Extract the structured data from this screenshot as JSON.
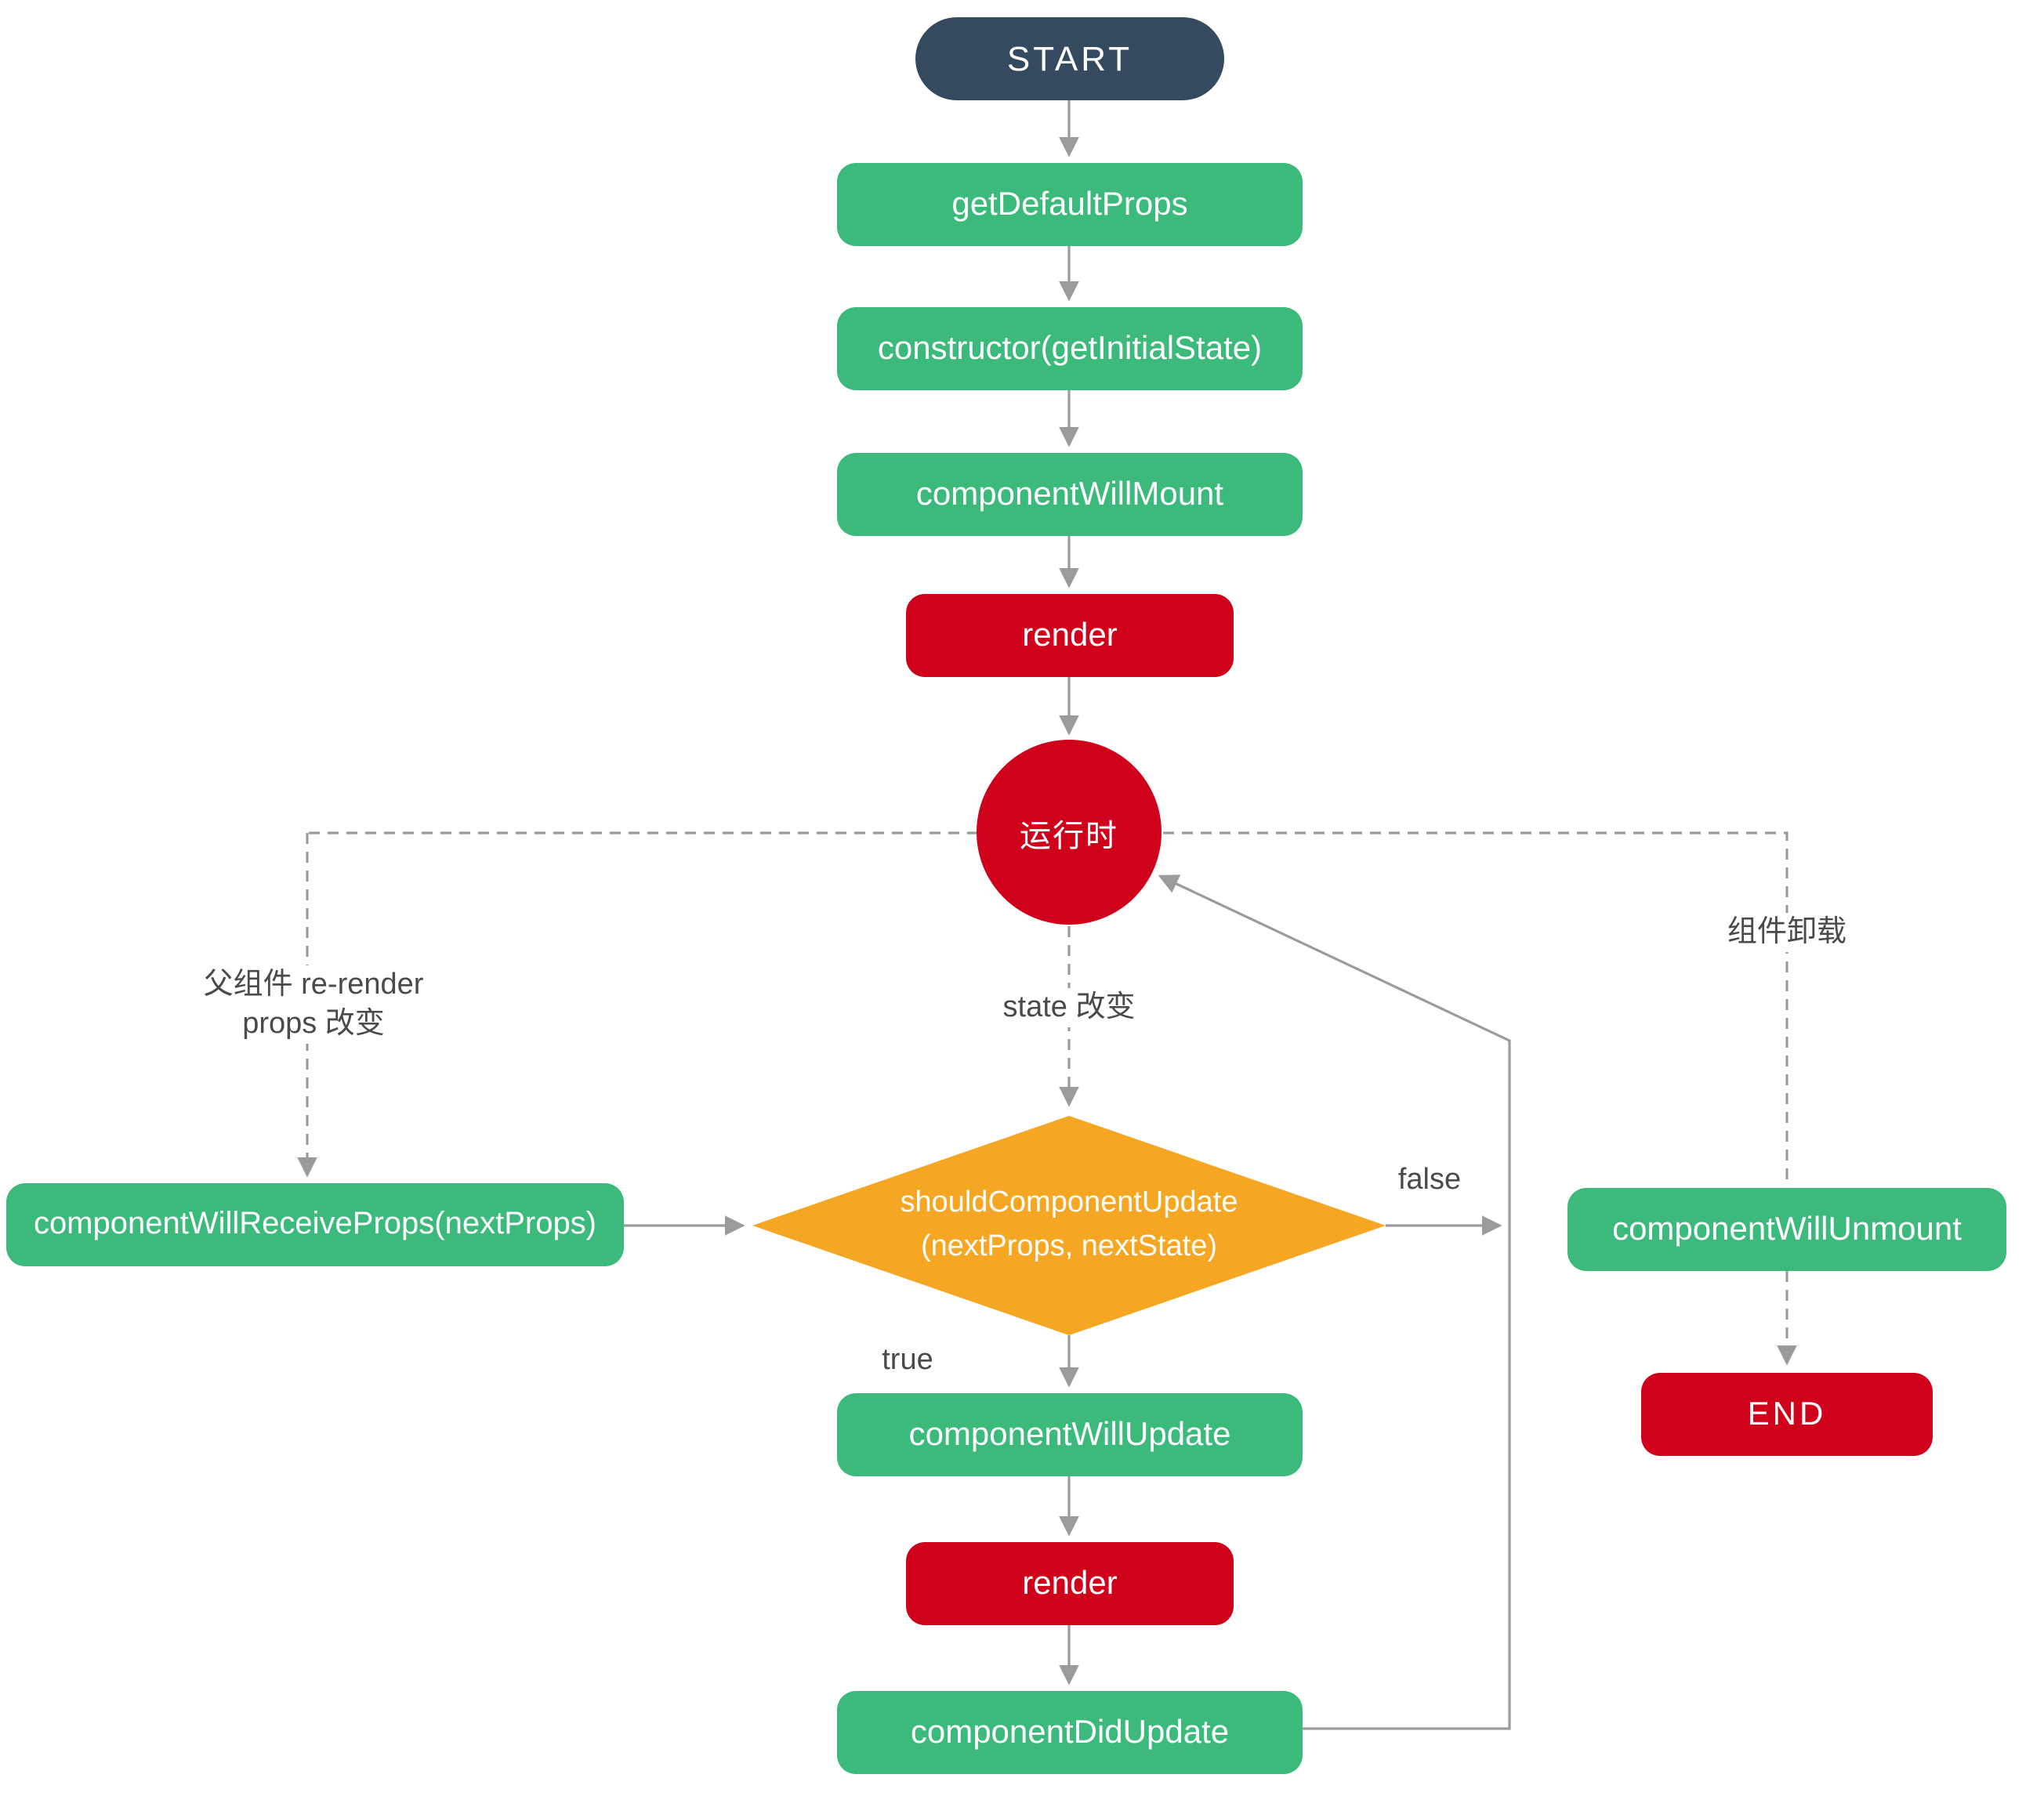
{
  "diagram": {
    "nodes": {
      "start": {
        "label": "START"
      },
      "get_default_props": {
        "label": "getDefaultProps"
      },
      "constructor": {
        "label": "constructor(getInitialState)"
      },
      "component_will_mount": {
        "label": "componentWillMount"
      },
      "render_mount": {
        "label": "render"
      },
      "runtime": {
        "label": "运行时"
      },
      "component_will_receive_props": {
        "label": "componentWillReceiveProps(nextProps)"
      },
      "should_component_update": {
        "label_line1": "shouldComponentUpdate",
        "label_line2": "(nextProps, nextState)"
      },
      "component_will_update": {
        "label": "componentWillUpdate"
      },
      "render_update": {
        "label": "render"
      },
      "component_did_update": {
        "label": "componentDidUpdate"
      },
      "component_will_unmount": {
        "label": "componentWillUnmount"
      },
      "end": {
        "label": "END"
      }
    },
    "edge_labels": {
      "parent_rerender_line1": "父组件 re-render",
      "parent_rerender_line2": "props 改变",
      "state_change": "state 改变",
      "unmount": "组件卸载",
      "true_branch": "true",
      "false_branch": "false"
    },
    "colors": {
      "start_node": "#344A5E",
      "lifecycle_node": "#3CBA7C",
      "render_node": "#D0021B",
      "decision_node": "#F5A623",
      "connector": "#9B9B9B",
      "edge_label_text": "#4A4A4A",
      "node_text": "#FFFFFF",
      "background": "#FFFFFF"
    }
  }
}
